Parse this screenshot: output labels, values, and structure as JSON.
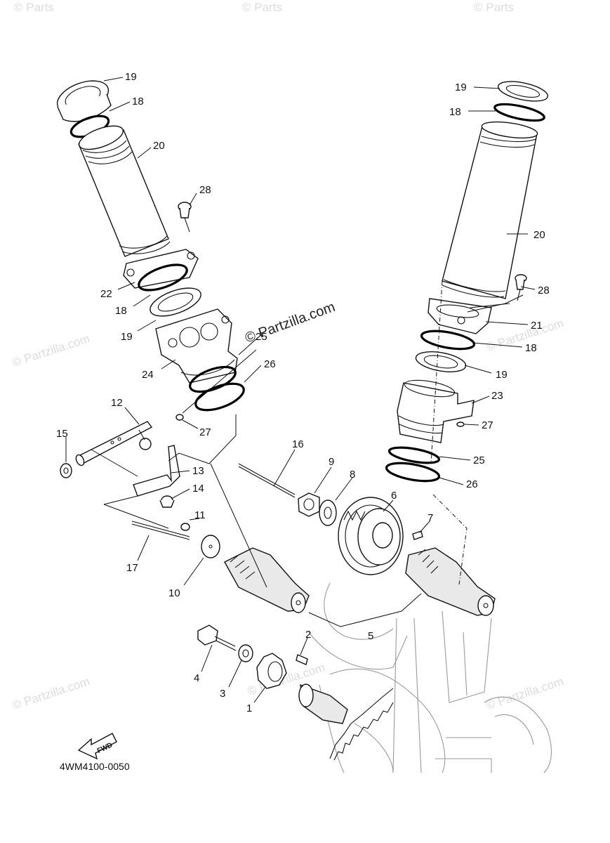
{
  "watermarks": {
    "brand": "© Partzilla.com",
    "top_left": "© Parts",
    "top_middle": "© Parts",
    "top_right": "© Parts"
  },
  "diagram_code": "4WM4100-0050",
  "fwd_label": "FWD",
  "callouts": [
    {
      "id": "c19a",
      "label": "19"
    },
    {
      "id": "c18a",
      "label": "18"
    },
    {
      "id": "c20a",
      "label": "20"
    },
    {
      "id": "c28a",
      "label": "28"
    },
    {
      "id": "c22",
      "label": "22"
    },
    {
      "id": "c18b",
      "label": "18"
    },
    {
      "id": "c19b",
      "label": "19"
    },
    {
      "id": "c24",
      "label": "24"
    },
    {
      "id": "c25a",
      "label": "25"
    },
    {
      "id": "c26a",
      "label": "26"
    },
    {
      "id": "c27a",
      "label": "27"
    },
    {
      "id": "c12",
      "label": "12"
    },
    {
      "id": "c15",
      "label": "15"
    },
    {
      "id": "c13",
      "label": "13"
    },
    {
      "id": "c14",
      "label": "14"
    },
    {
      "id": "c11",
      "label": "11"
    },
    {
      "id": "c17",
      "label": "17"
    },
    {
      "id": "c10",
      "label": "10"
    },
    {
      "id": "c16",
      "label": "16"
    },
    {
      "id": "c9",
      "label": "9"
    },
    {
      "id": "c8",
      "label": "8"
    },
    {
      "id": "c6",
      "label": "6"
    },
    {
      "id": "c7",
      "label": "7"
    },
    {
      "id": "c5",
      "label": "5"
    },
    {
      "id": "c4",
      "label": "4"
    },
    {
      "id": "c3",
      "label": "3"
    },
    {
      "id": "c2",
      "label": "2"
    },
    {
      "id": "c1",
      "label": "1"
    },
    {
      "id": "c19c",
      "label": "19"
    },
    {
      "id": "c18c",
      "label": "18"
    },
    {
      "id": "c20b",
      "label": "20"
    },
    {
      "id": "c28b",
      "label": "28"
    },
    {
      "id": "c21",
      "label": "21"
    },
    {
      "id": "c18d",
      "label": "18"
    },
    {
      "id": "c19d",
      "label": "19"
    },
    {
      "id": "c23",
      "label": "23"
    },
    {
      "id": "c27b",
      "label": "27"
    },
    {
      "id": "c25b",
      "label": "25"
    },
    {
      "id": "c26b",
      "label": "26"
    }
  ]
}
